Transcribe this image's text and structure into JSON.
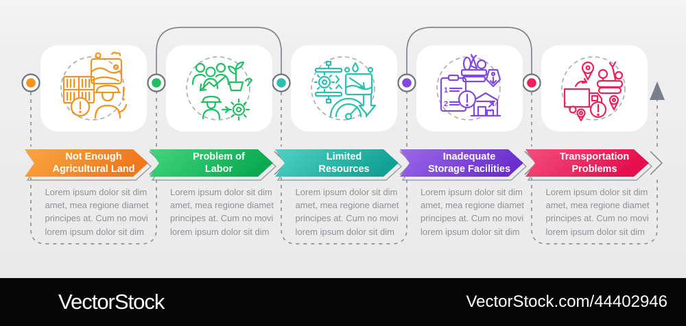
{
  "watermark_bar": {
    "logo": "VectorStock",
    "url_text": "VectorStock.com/44402946",
    "bg_color": "#060606"
  },
  "flow": {
    "line_color": "#8d939c",
    "arrowhead_color": "#7a8089",
    "dot_ring_color": "#6e747d",
    "steps": 5
  },
  "columns": [
    {
      "title": "Not Enough\nAgricultural Land",
      "body": "Lorem ipsum dolor sit dim\namet, mea regione diamet\nprincipes at. Cum no movi\nlorem ipsum dolor sit dim",
      "icon": "farmland-shortage-icon",
      "accent": "#F6921E",
      "light": "#FAA640",
      "dark": "#F0771B"
    },
    {
      "title": "Problem of\nLabor",
      "body": "Lorem ipsum dolor sit dim\namet, mea regione diamet\nprincipes at. Cum no movi\nlorem ipsum dolor sit dim",
      "icon": "labor-shortage-icon",
      "accent": "#22BE63",
      "light": "#41D67D",
      "dark": "#0BAA52"
    },
    {
      "title": "Limited\nResources",
      "body": "Lorem ipsum dolor sit dim\namet, mea regione diamet\nprincipes at. Cum no movi\nlorem ipsum dolor sit dim",
      "icon": "limited-resources-icon",
      "accent": "#2DBFAE",
      "light": "#4FD3C3",
      "dark": "#12A193"
    },
    {
      "title": "Inadequate\nStorage Facilities",
      "body": "Lorem ipsum dolor sit dim\namet, mea regione diamet\nprincipes at. Cum no movi\nlorem ipsum dolor sit dim",
      "icon": "storage-facilities-icon",
      "accent": "#8149DE",
      "light": "#9B69E9",
      "dark": "#6A2ECF"
    },
    {
      "title": "Transportation\nProblems",
      "body": "Lorem ipsum dolor sit dim\namet, mea regione diamet\nprincipes at. Cum no movi\nlorem ipsum dolor sit dim",
      "icon": "transportation-problems-icon",
      "accent": "#EE2159",
      "light": "#F34F7D",
      "dark": "#E50D4C"
    }
  ]
}
